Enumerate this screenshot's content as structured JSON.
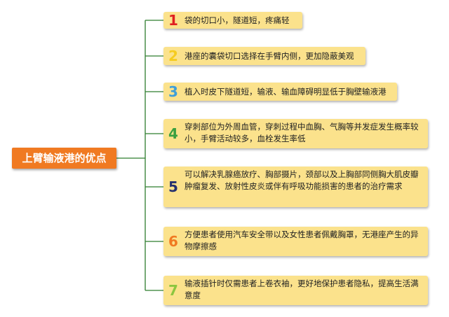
{
  "root": {
    "label": "上臂输液港的优点",
    "color": "#f07a22"
  },
  "items": [
    {
      "num": "1",
      "num_color": "#e02020",
      "text": "袋的切口小，隧道短，疼痛轻"
    },
    {
      "num": "2",
      "num_color": "#f5cc20",
      "text": "港座的囊袋切口选择在手臂内侧，更加隐蔽美观"
    },
    {
      "num": "3",
      "num_color": "#3f9fd8",
      "text": "植入时皮下隧道短，输液、输血障碍明显低于胸壁输液港"
    },
    {
      "num": "4",
      "num_color": "#3aa040",
      "text": "穿刺部位为外周血管，穿刺过程中血胸、气胸等并发症发生概率较小，手臂活动较多，血栓发生率低"
    },
    {
      "num": "5",
      "num_color": "#24306e",
      "text": "可以解决乳腺癌放疗、胸部摄片，颈部以及上胸部同侧胸大肌皮瓣肿瘤复发、放射性皮炎或伴有呼吸功能损害的患者的治疗需求"
    },
    {
      "num": "6",
      "num_color": "#f07a22",
      "text": "方便患者使用汽车安全带以及女性患者佩戴胸罩，无港座产生的异物摩擦感"
    },
    {
      "num": "7",
      "num_color": "#8cc63f",
      "text": "输液插针时仅需患者上卷衣袖，更好地保护患者隐私，提高生活满意度"
    }
  ],
  "colors": {
    "node_fill": "#fbe28c",
    "connector": "#2e7d2e"
  }
}
